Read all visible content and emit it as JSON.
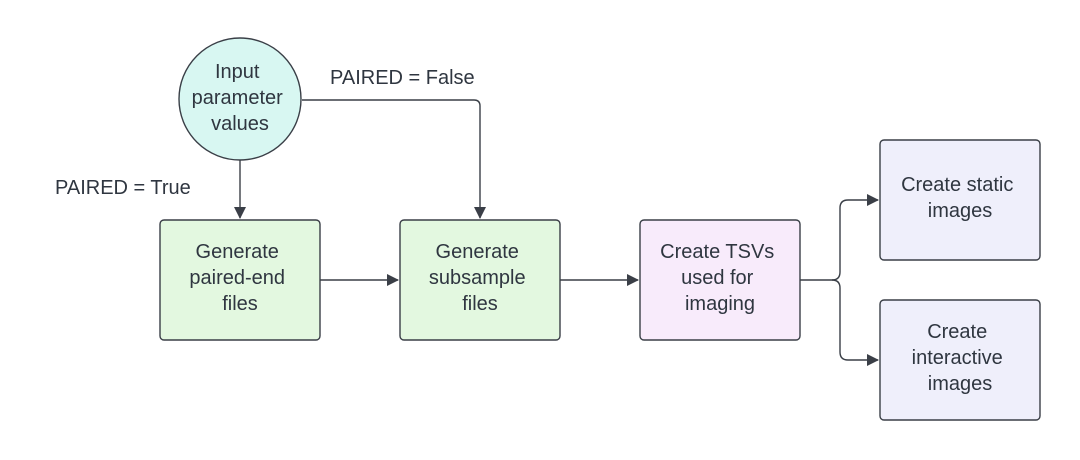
{
  "nodes": {
    "input": {
      "lines": [
        "Input",
        "parameter",
        "values"
      ],
      "fill": "#d8f7f2",
      "stroke": "#3a3f47"
    },
    "paired_end": {
      "lines": [
        "Generate",
        "paired-end",
        "files"
      ],
      "fill": "#e3f8e0",
      "stroke": "#3a3f47"
    },
    "subsample": {
      "lines": [
        "Generate",
        "subsample",
        "files"
      ],
      "fill": "#e3f8e0",
      "stroke": "#3a3f47"
    },
    "tsvs": {
      "lines": [
        "Create TSVs",
        "used for",
        "imaging"
      ],
      "fill": "#f8ebfb",
      "stroke": "#3a3f47"
    },
    "static": {
      "lines": [
        "Create static",
        "images"
      ],
      "fill": "#efeffb",
      "stroke": "#3a3f47"
    },
    "interactive": {
      "lines": [
        "Create",
        "interactive",
        "images"
      ],
      "fill": "#efeffb",
      "stroke": "#3a3f47"
    }
  },
  "edge_labels": {
    "paired_false": "PAIRED = False",
    "paired_true": "PAIRED = True"
  }
}
